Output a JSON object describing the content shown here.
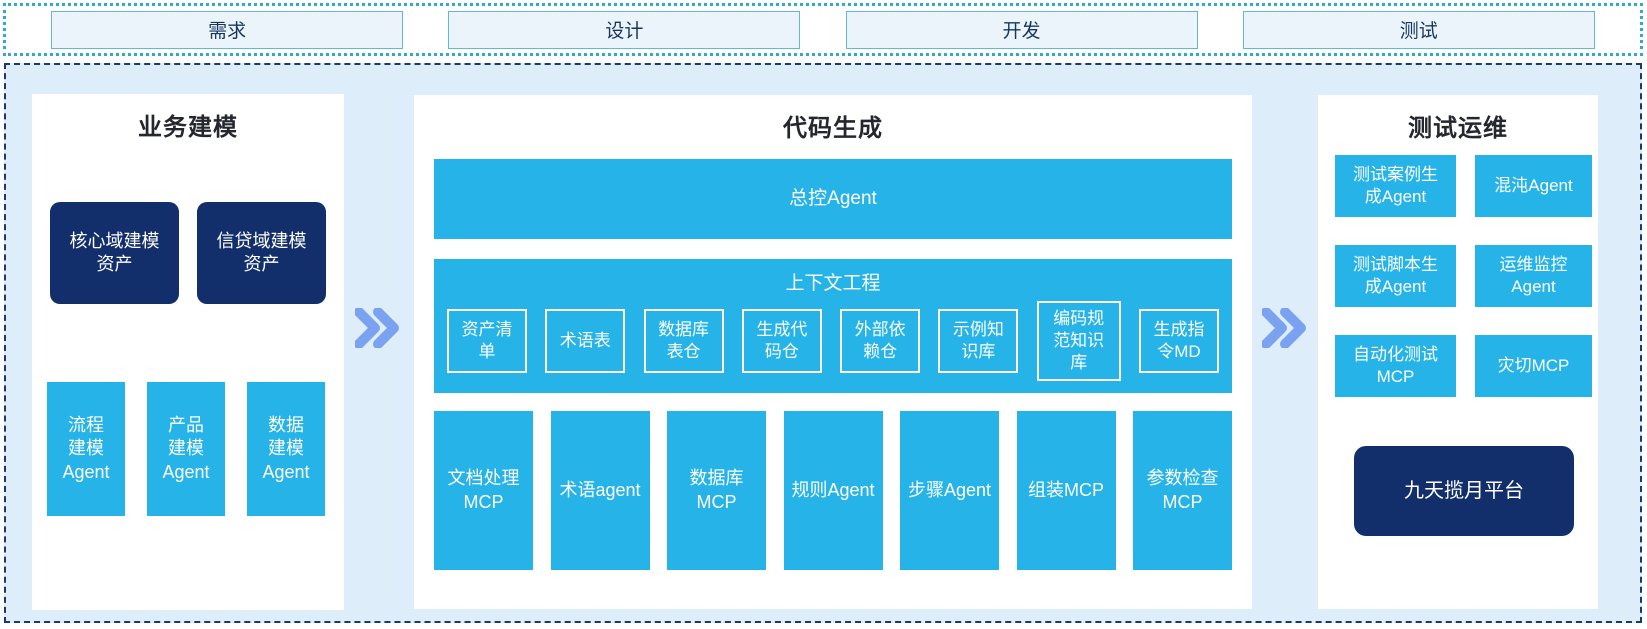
{
  "phases": [
    {
      "label": "需求"
    },
    {
      "label": "设计"
    },
    {
      "label": "开发"
    },
    {
      "label": "测试"
    }
  ],
  "business_modeling": {
    "title": "业务建模",
    "asset_boxes": [
      {
        "label": "核心域建模\n资产"
      },
      {
        "label": "信贷域建模\n资产"
      }
    ],
    "agent_boxes": [
      {
        "label": "流程\n建模\nAgent"
      },
      {
        "label": "产品\n建模\nAgent"
      },
      {
        "label": "数据\n建模\nAgent"
      }
    ]
  },
  "code_generation": {
    "title": "代码生成",
    "master_agent": "总控Agent",
    "context_engineering": {
      "title": "上下文工程",
      "items": [
        {
          "label": "资产清\n单"
        },
        {
          "label": "术语表"
        },
        {
          "label": "数据库\n表仓"
        },
        {
          "label": "生成代\n码仓"
        },
        {
          "label": "外部依\n赖仓"
        },
        {
          "label": "示例知\n识库"
        },
        {
          "label": "编码规\n范知识\n库"
        },
        {
          "label": "生成指\n令MD"
        }
      ]
    },
    "tools": [
      {
        "label": "文档处理\nMCP"
      },
      {
        "label": "术语agent"
      },
      {
        "label": "数据库\nMCP"
      },
      {
        "label": "规则Agent"
      },
      {
        "label": "步骤Agent"
      },
      {
        "label": "组装MCP"
      },
      {
        "label": "参数检查\nMCP"
      }
    ]
  },
  "test_ops": {
    "title": "测试运维",
    "boxes": [
      {
        "label": "测试案例生\n成Agent"
      },
      {
        "label": "混沌Agent"
      },
      {
        "label": "测试脚本生\n成Agent"
      },
      {
        "label": "运维监控\nAgent"
      },
      {
        "label": "自动化测试\nMCP"
      },
      {
        "label": "灾切MCP"
      }
    ],
    "platform": "九天揽月平台"
  },
  "arrows": [
    {
      "icon": "double-chevron-right"
    },
    {
      "icon": "double-chevron-right"
    }
  ],
  "colors": {
    "cyan_box": "#25b3e8",
    "navy_box": "#122f6b",
    "panel_background": "#ddeefa",
    "dashed_border": "#1d3a63",
    "dotted_border": "#2caad2",
    "phase_box_background": "#ebf4fa",
    "phase_box_border": "#65b7d8",
    "phase_text": "#17365d",
    "arrow": "#7aa2f0",
    "title_text": "#24272e"
  }
}
